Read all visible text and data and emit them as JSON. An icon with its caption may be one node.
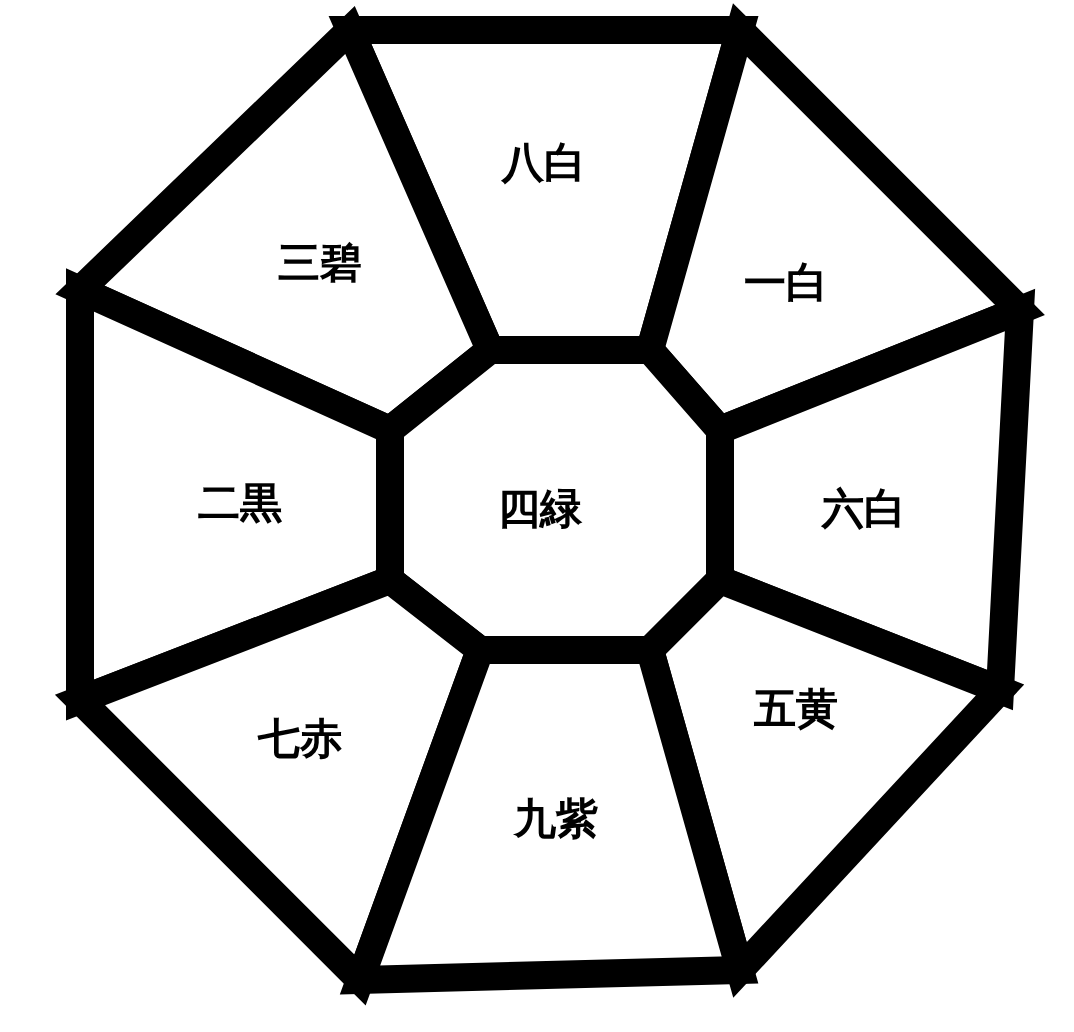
{
  "diagram": {
    "nodes": [
      {
        "text": [
          "八白"
        ]
      },
      {
        "text": [
          "三碧"
        ]
      },
      {
        "text": [
          "一白"
        ]
      },
      {
        "text": [
          "二黒"
        ]
      },
      {
        "text": [
          "四緑"
        ]
      },
      {
        "text": [
          "六白"
        ]
      },
      {
        "text": [
          "七赤"
        ]
      },
      {
        "text": [
          "五黄"
        ]
      },
      {
        "text": [
          "九紫"
        ]
      }
    ]
  }
}
